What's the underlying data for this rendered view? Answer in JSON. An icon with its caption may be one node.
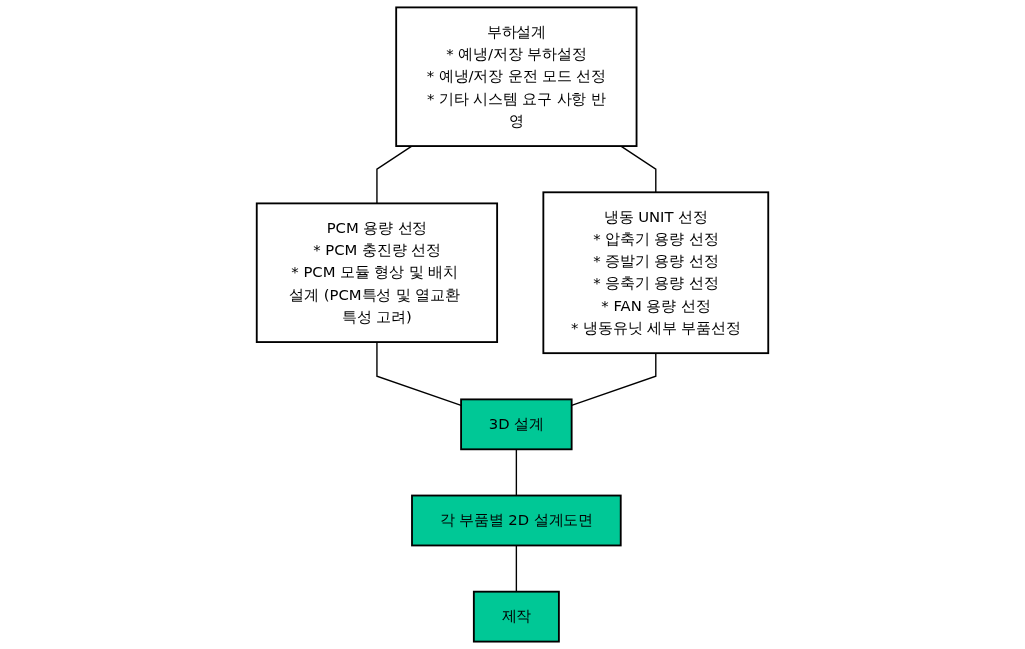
{
  "diagram": {
    "nodes": [
      {
        "text": [
          "부하설계",
          "* 예냉/저장 부하설정",
          "* 예냉/저장 운전 모드 선정",
          "* 기타 시스템 요구 사항 반영"
        ]
      },
      {
        "text": [
          "PCM 용량 선정",
          "* PCM 충진량 선정",
          "* PCM 모듈 형상 및 배치 설계 (PCM특성 및 열교환 특성 고려)"
        ]
      },
      {
        "text": [
          "냉동 UNIT 선정",
          "* 압축기 용량 선정",
          "* 증발기 용량 선정",
          "* 응축기 용량 선정",
          "* FAN 용량 선정",
          "* 냉동유닛 세부 부품선정"
        ]
      },
      {
        "text": [
          "3D 설계"
        ]
      },
      {
        "text": [
          "각 부품별 2D 설계도면"
        ]
      },
      {
        "text": [
          "제작"
        ]
      }
    ],
    "edges": [
      {
        "from": 0,
        "to": 1,
        "arrow": "none"
      },
      {
        "from": 0,
        "to": 2,
        "arrow": "none"
      },
      {
        "from": 1,
        "to": 3,
        "arrow": "none"
      },
      {
        "from": 2,
        "to": 3,
        "arrow": "none"
      },
      {
        "from": 3,
        "to": 4,
        "arrow": "none"
      },
      {
        "from": 4,
        "to": 5,
        "arrow": "none"
      }
    ]
  }
}
